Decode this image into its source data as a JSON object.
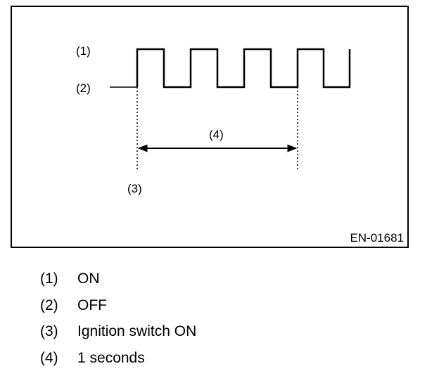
{
  "diagram": {
    "labels": {
      "on": "(1)",
      "off": "(2)",
      "start": "(3)",
      "period": "(4)"
    },
    "code": "EN-01681",
    "waveform": {
      "signal": "square pulse",
      "levels": [
        "ON",
        "OFF"
      ]
    }
  },
  "legend": [
    {
      "num": "(1)",
      "text": "ON"
    },
    {
      "num": "(2)",
      "text": "OFF"
    },
    {
      "num": "(3)",
      "text": "Ignition switch ON"
    },
    {
      "num": "(4)",
      "text": "1 seconds"
    }
  ]
}
